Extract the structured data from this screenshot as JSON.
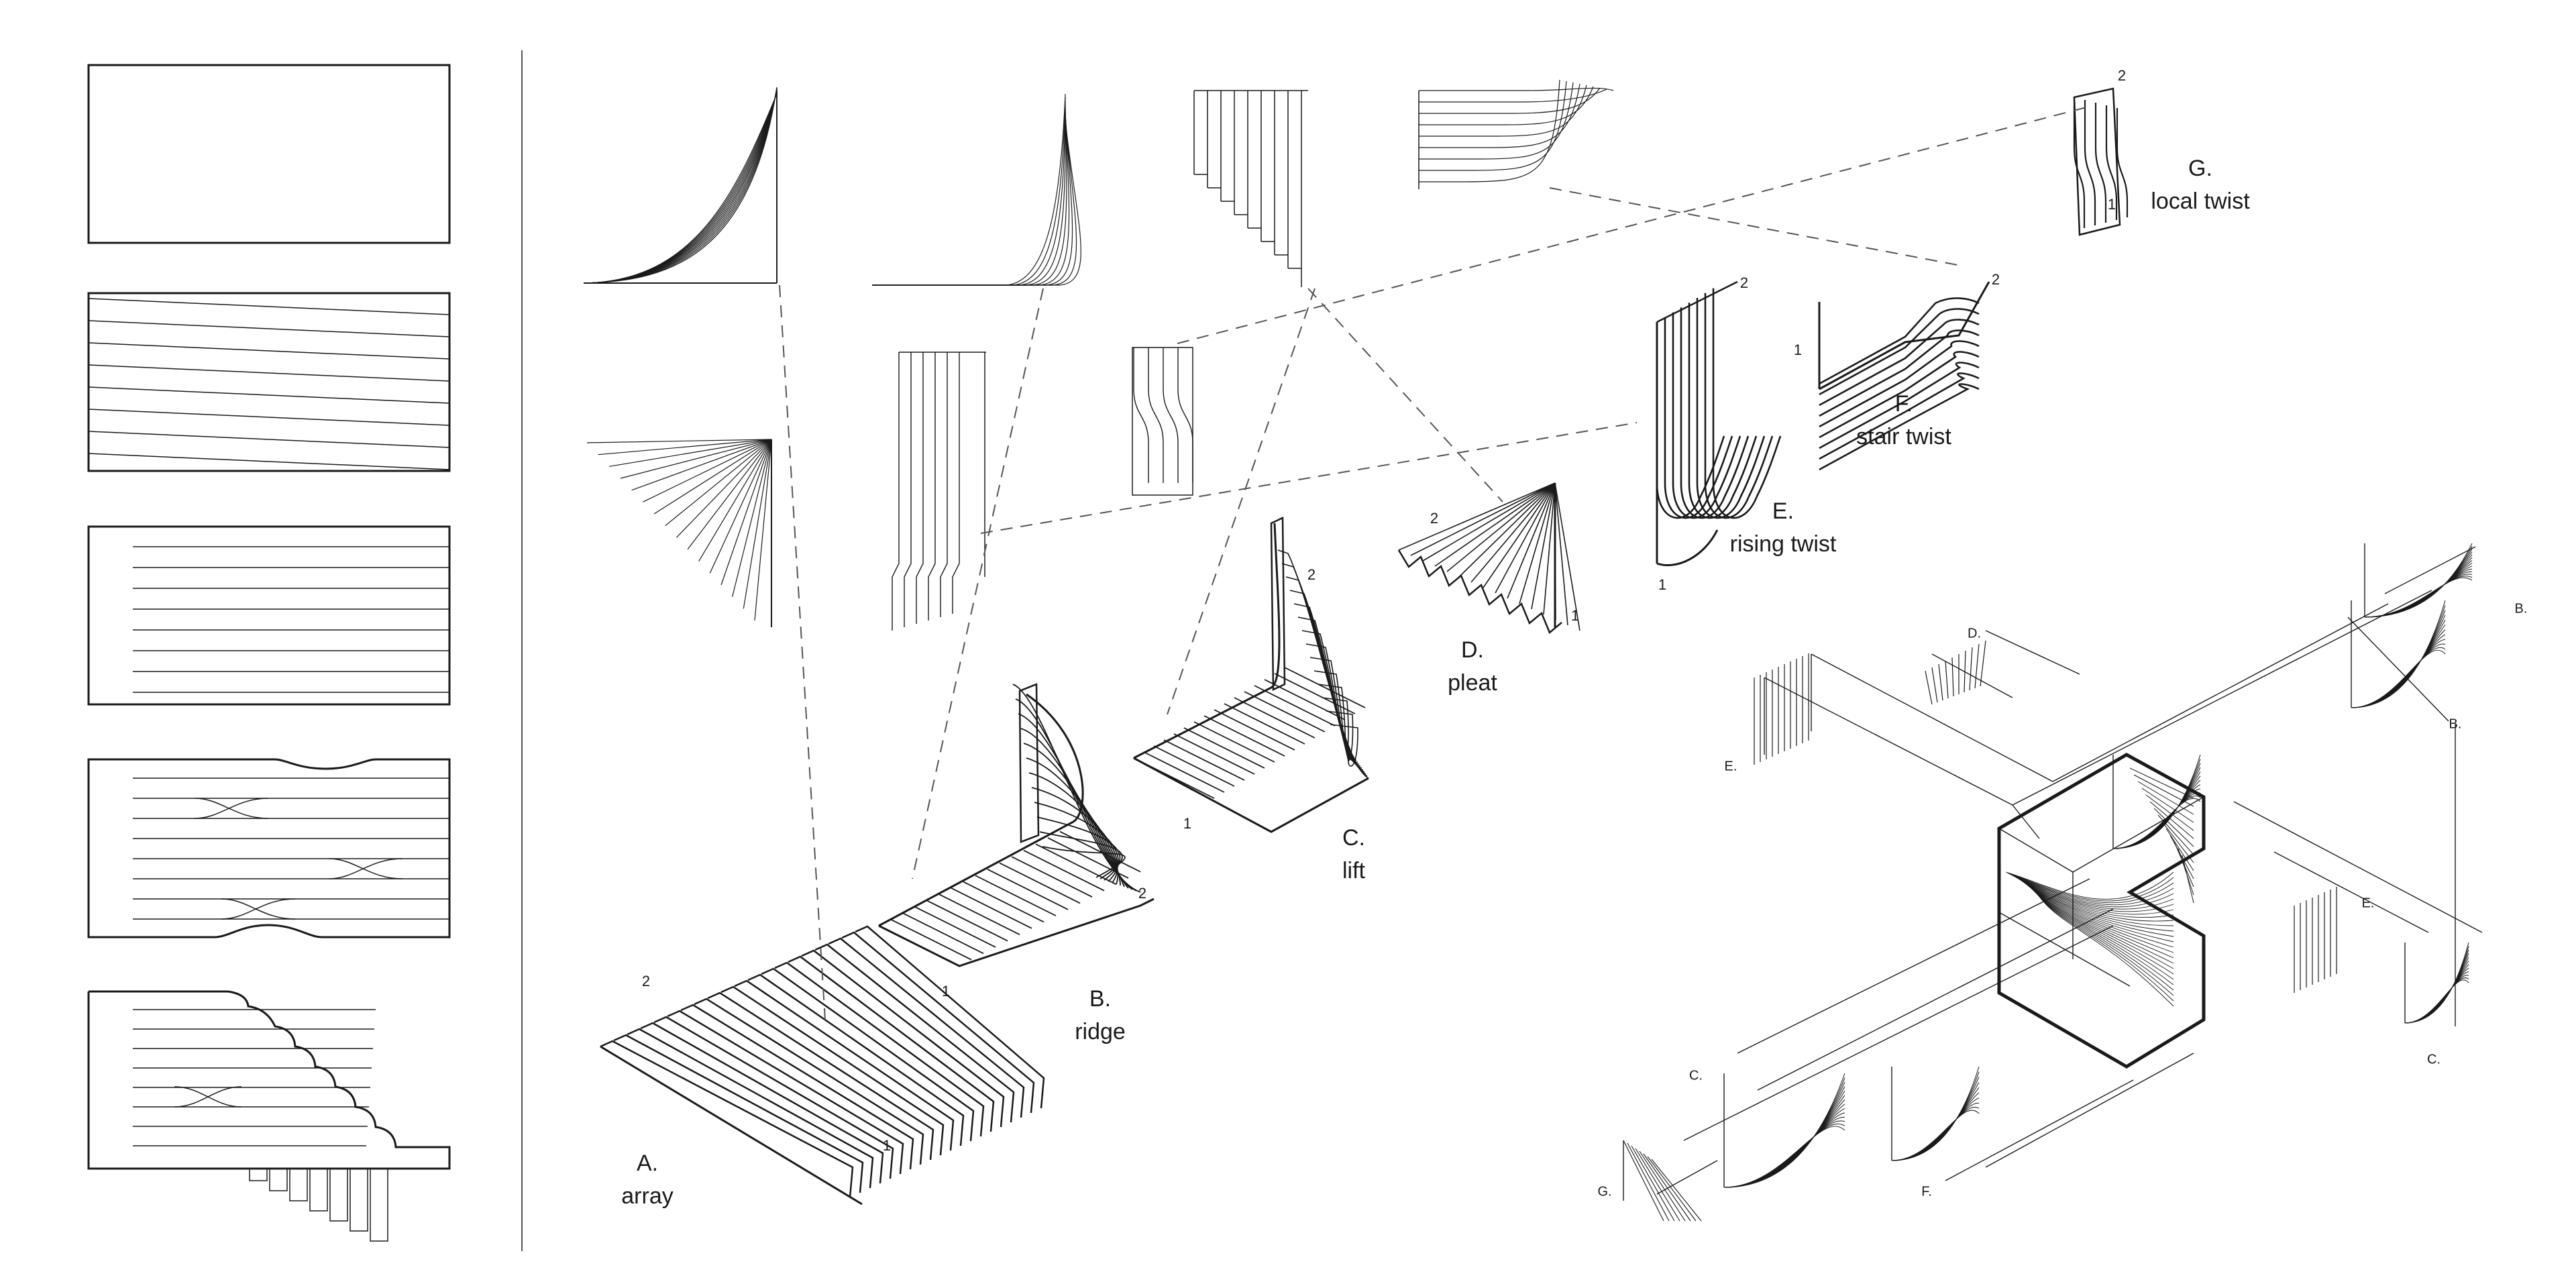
{
  "operations": [
    {
      "id": "A",
      "letter": "A.",
      "name": "array"
    },
    {
      "id": "B",
      "letter": "B.",
      "name": "ridge"
    },
    {
      "id": "C",
      "letter": "C.",
      "name": "lift"
    },
    {
      "id": "D",
      "letter": "D.",
      "name": "pleat"
    },
    {
      "id": "E",
      "letter": "E.",
      "name": "rising twist"
    },
    {
      "id": "F",
      "letter": "F.",
      "name": "stair twist"
    },
    {
      "id": "G",
      "letter": "G.",
      "name": "local twist"
    }
  ],
  "edge_labels": {
    "one": "1",
    "two": "2"
  },
  "assembly_labels": [
    "B.",
    "B.",
    "D.",
    "E.",
    "E.",
    "C.",
    "C.",
    "G.",
    "F."
  ],
  "colors": {
    "ink": "#1a1a1a",
    "line": "#333333",
    "thin": "#555555"
  }
}
